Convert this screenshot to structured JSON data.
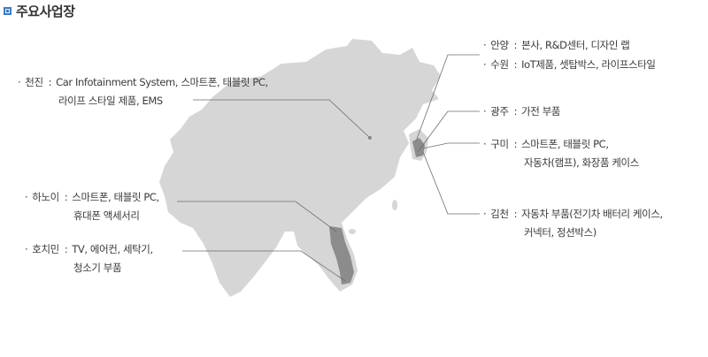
{
  "title": "주요사업장",
  "colors": {
    "land": "#d6d6d6",
    "land_dark": "#c4c4c4",
    "highlight": "#8c8c8c",
    "leader": "#6e6e6e"
  },
  "sites": [
    {
      "bullet": "·",
      "name": "천진",
      "sep": ":",
      "lines": [
        "Car Infotainment System, 스마트폰, 태블릿 PC,",
        "라이프 스타일 제품, EMS"
      ]
    },
    {
      "bullet": "·",
      "name": "하노이",
      "sep": ":",
      "lines": [
        "스마트폰, 태블릿 PC,",
        "휴대폰 액세서리"
      ]
    },
    {
      "bullet": "·",
      "name": "호치민",
      "sep": ":",
      "lines": [
        "TV, 에어컨, 세탁기,",
        "청소기 부품"
      ]
    },
    {
      "bullet": "·",
      "name": "안양",
      "sep": ":",
      "lines": [
        "본사, R&D센터, 디자인 랩"
      ]
    },
    {
      "bullet": "·",
      "name": "수원",
      "sep": ":",
      "lines": [
        "IoT제품, 셋탑박스, 라이프스타일"
      ]
    },
    {
      "bullet": "·",
      "name": "광주",
      "sep": ":",
      "lines": [
        "가전 부품"
      ]
    },
    {
      "bullet": "·",
      "name": "구미",
      "sep": ":",
      "lines": [
        "스마트폰, 태블릿 PC,",
        "자동차(램프), 화장품 케이스"
      ]
    },
    {
      "bullet": "·",
      "name": "김천",
      "sep": ":",
      "lines": [
        "자동차 부품(전기차 배터리 케이스,",
        "커넥터, 정션박스)"
      ]
    }
  ]
}
